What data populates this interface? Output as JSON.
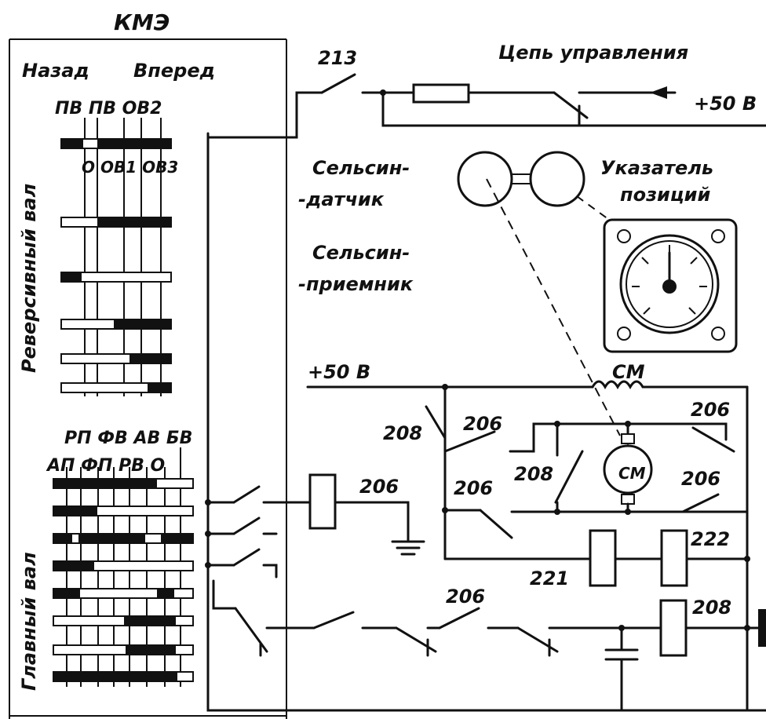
{
  "kmz": {
    "title": "КМЭ",
    "back": "Назад",
    "forward": "Вперед",
    "reverse_top": "ПВ ПВ ОВ2",
    "reverse_mid": "О ОВ1 ОВ3",
    "reverse_shaft": "Реверсивный вал",
    "main_top": "РП ФВ АВ БВ",
    "main_mid": "АП ФП РВ О",
    "main_shaft": "Главный вал"
  },
  "circuit": {
    "control_circuit": "Цепь управления",
    "plus50_top": "+50 В",
    "plus50_mid": "+50 В",
    "selsyn_sensor_1": "Сельсин-",
    "selsyn_sensor_2": "-датчик",
    "selsyn_receiver_1": "Сельсин-",
    "selsyn_receiver_2": "-приемник",
    "position_indicator_1": "Указатель",
    "position_indicator_2": "позиций",
    "sm_coil": "СМ",
    "sm_motor": "СМ"
  },
  "contacts": {
    "c213": "213",
    "c208a": "208",
    "c206a": "206",
    "c206b": "206",
    "c206c": "206",
    "c208b": "208",
    "c206d": "206",
    "c206coil": "206",
    "c222": "222",
    "c221": "221",
    "c206e": "206",
    "c208coil": "208"
  }
}
